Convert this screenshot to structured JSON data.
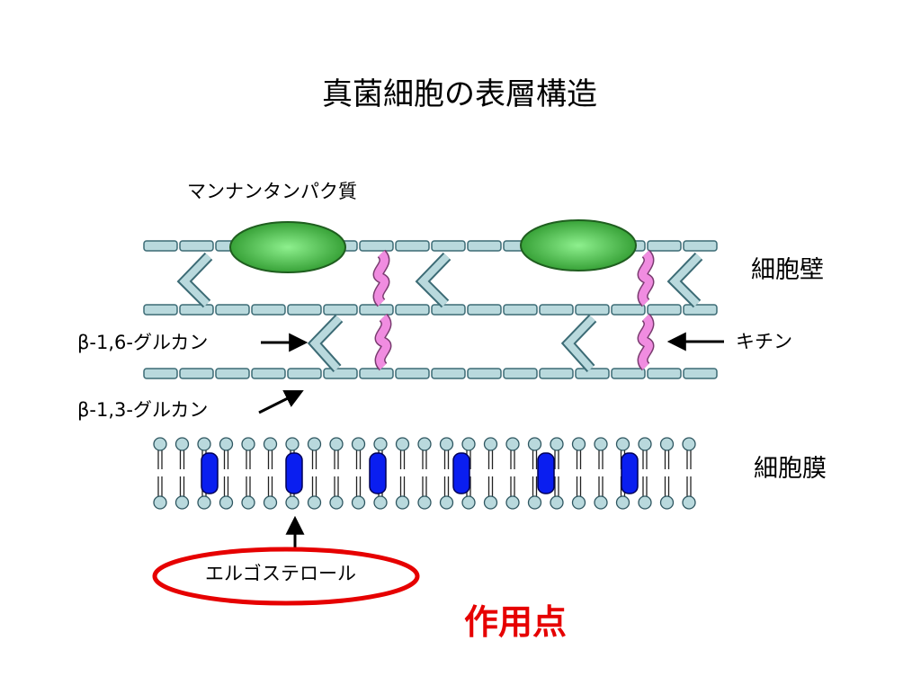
{
  "title": "真菌細胞の表層構造",
  "labels": {
    "mannan_protein": "マンナンタンパク質",
    "cell_wall": "細胞壁",
    "beta16": "β-1,6-グルカン",
    "chitin": "キチン",
    "beta13": "β-1,3-グルカン",
    "cell_membrane": "細胞膜",
    "ergosterol": "エルゴステロール",
    "target": "作用点"
  },
  "colors": {
    "glucan_fill": "#b9d9dd",
    "glucan_stroke": "#3c6b75",
    "chitin_fill": "#f08ce0",
    "mannan_fill": "#4cc24c",
    "sterol_fill": "#0a1ef0",
    "lipid_head": "#b9d9dd",
    "highlight": "#e60000",
    "target_text": "#e60000"
  }
}
